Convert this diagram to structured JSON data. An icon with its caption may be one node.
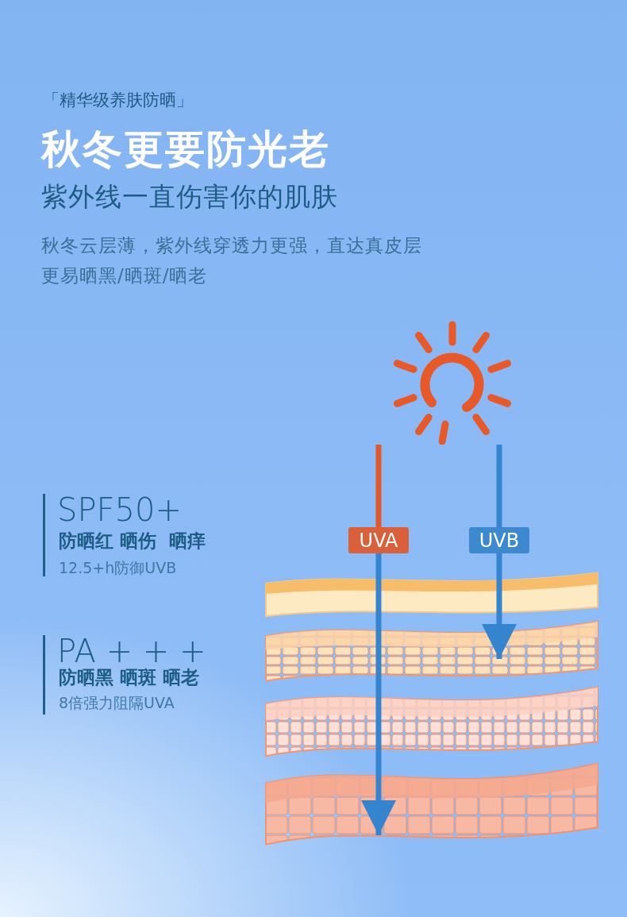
{
  "diagram": {
    "title": "秋冬更要防光老",
    "nodes": [
      {
        "text": [],
        "shape": "picture"
      },
      {
        "text": [
          "UVA"
        ]
      },
      {
        "text": [
          "UVB"
        ]
      }
    ],
    "edges": [
      {
        "from": 0,
        "to": 1,
        "arrow": "none",
        "color": "#e0592a"
      },
      {
        "from": 0,
        "to": 2,
        "arrow": "none"
      },
      {
        "from": 1,
        "to": null,
        "arrow": "to"
      },
      {
        "from": 2,
        "to": null,
        "arrow": "to"
      }
    ],
    "labels": [
      "「精华级养肤防晒」",
      "紫外线一直伤害你的肌肤",
      "秋冬云层薄，紫外线穿透力更强，直达真皮层",
      "更易晒黑/晒斑/晒老",
      "SPF50+",
      "防晒红 晒伤  晒痒",
      "12.5+h防御UVB",
      "PA + + +",
      "防晒黑 晒斑 晒老",
      "8倍强力阻隔UVA"
    ]
  }
}
